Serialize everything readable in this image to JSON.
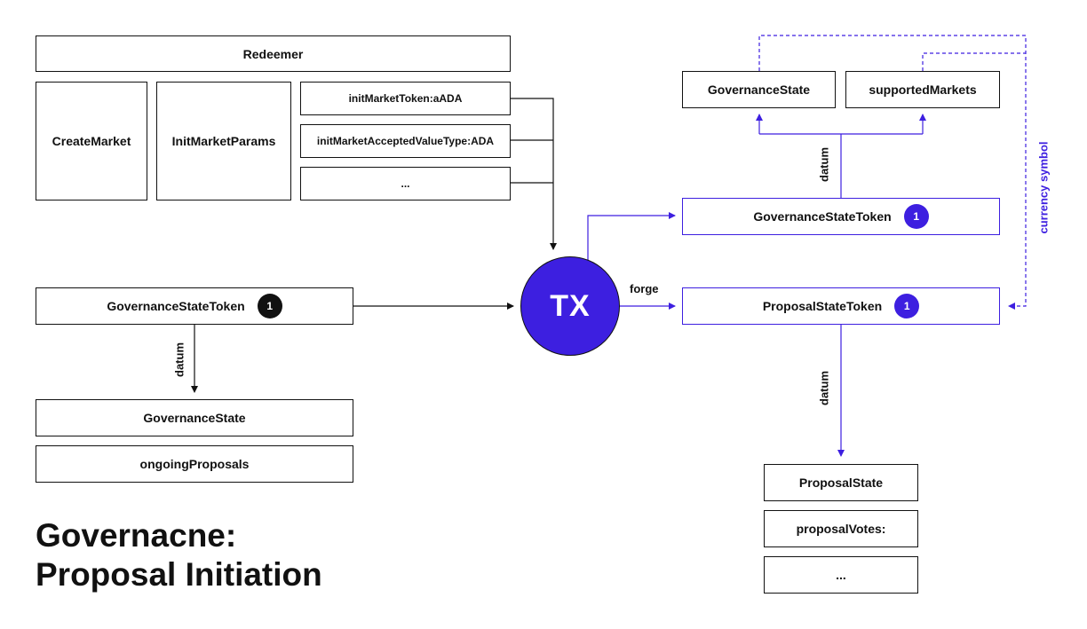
{
  "title": {
    "line1": "Governacne:",
    "line2": "Proposal Initiation"
  },
  "redeemer": {
    "label": "Redeemer",
    "create_market": "CreateMarket",
    "init_market_params": "InitMarketParams",
    "params": [
      "initMarketToken:aADA",
      "initMarketAcceptedValueType:ADA",
      "..."
    ]
  },
  "input": {
    "token_label": "GovernanceStateToken",
    "token_count": "1",
    "datum_label": "datum",
    "datum_fields": [
      "GovernanceState",
      "ongoingProposals"
    ]
  },
  "tx": {
    "label": "TX",
    "forge_label": "forge"
  },
  "output": {
    "governance_token_label": "GovernanceStateToken",
    "governance_token_count": "1",
    "governance_datum_label": "datum",
    "governance_datum_fields": [
      "GovernanceState",
      "supportedMarkets"
    ],
    "proposal_token_label": "ProposalStateToken",
    "proposal_token_count": "1",
    "proposal_datum_label": "datum",
    "proposal_datum_fields": [
      "ProposalState",
      "proposalVotes:",
      "..."
    ],
    "currency_symbol_label": "currency symbol"
  },
  "colors": {
    "accent": "#3d1fe0",
    "ink": "#111111",
    "background": "#ffffff"
  }
}
